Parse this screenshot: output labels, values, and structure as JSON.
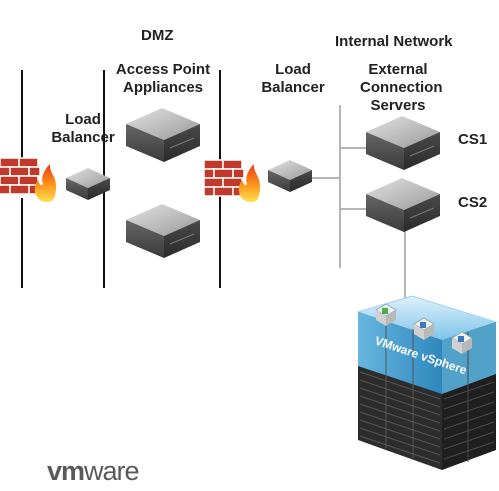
{
  "labels": {
    "dmz": "DMZ",
    "internal_network": "Internal Network",
    "access_point": [
      "Access Point",
      "Appliances"
    ],
    "lb_left": [
      "Load",
      "Balancer"
    ],
    "lb_right": [
      "Load",
      "Balancer"
    ],
    "external": [
      "External",
      "Connection",
      "Servers"
    ],
    "cs1": "CS1",
    "cs2": "CS2"
  },
  "vsphere_text": "VMware vSphere",
  "logo": {
    "bold": "vm",
    "rest": "ware"
  },
  "colors": {
    "firewall_brick": "#c0392b",
    "flame": "#f39c12",
    "server_dark": "#3b3b3b",
    "vsphere_blue": "#3ea0d8",
    "line": "#b0b0b0"
  }
}
